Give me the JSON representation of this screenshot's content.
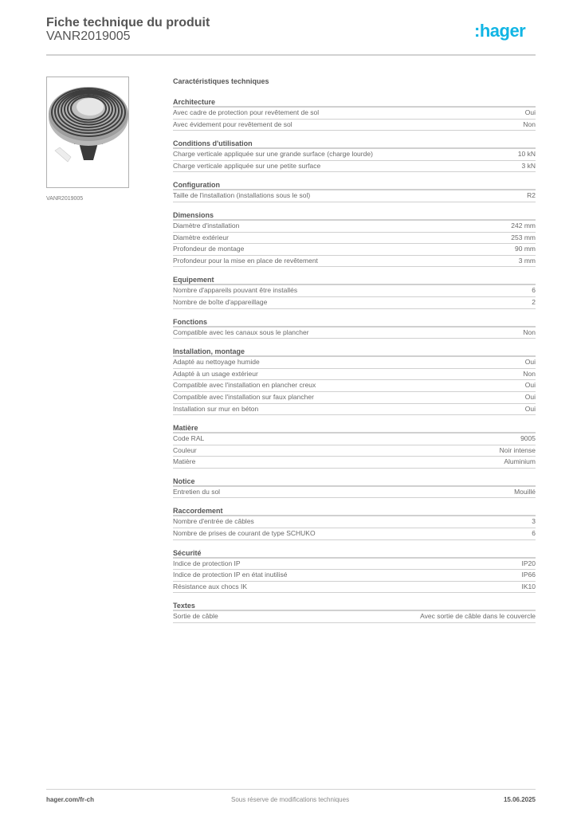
{
  "header": {
    "title": "Fiche technique du produit",
    "reference": "VANR2019005",
    "logo": ":hager",
    "brand_color": "#11b5e4"
  },
  "product": {
    "image_alt": "round floor box with concentric rings",
    "caption": "VANR2019005"
  },
  "specs": {
    "title": "Caractéristiques techniques",
    "sections": [
      {
        "title": "Architecture",
        "rows": [
          {
            "label": "Avec cadre de protection pour revêtement de sol",
            "value": "Oui"
          },
          {
            "label": "Avec évidement pour revêtement de sol",
            "value": "Non"
          }
        ]
      },
      {
        "title": "Conditions d'utilisation",
        "rows": [
          {
            "label": "Charge verticale appliquée sur une grande surface (charge lourde)",
            "value": "10 kN"
          },
          {
            "label": "Charge verticale appliquée sur une petite surface",
            "value": "3 kN"
          }
        ]
      },
      {
        "title": "Configuration",
        "rows": [
          {
            "label": "Taille de l'installation (installations sous le sol)",
            "value": "R2"
          }
        ]
      },
      {
        "title": "Dimensions",
        "rows": [
          {
            "label": "Diamètre d'installation",
            "value": "242 mm"
          },
          {
            "label": "Diamètre extérieur",
            "value": "253 mm"
          },
          {
            "label": "Profondeur de montage",
            "value": "90 mm"
          },
          {
            "label": "Profondeur pour la mise en place de revêtement",
            "value": "3 mm"
          }
        ]
      },
      {
        "title": "Equipement",
        "rows": [
          {
            "label": "Nombre d'appareils pouvant être installés",
            "value": "6"
          },
          {
            "label": "Nombre de boîte d'appareillage",
            "value": "2"
          }
        ]
      },
      {
        "title": "Fonctions",
        "rows": [
          {
            "label": "Compatible avec les canaux sous le plancher",
            "value": "Non"
          }
        ]
      },
      {
        "title": "Installation, montage",
        "rows": [
          {
            "label": "Adapté au nettoyage humide",
            "value": "Oui"
          },
          {
            "label": "Adapté à un usage extérieur",
            "value": "Non"
          },
          {
            "label": "Compatible avec l'installation en plancher creux",
            "value": "Oui"
          },
          {
            "label": "Compatible avec l'installation sur faux plancher",
            "value": "Oui"
          },
          {
            "label": "Installation sur mur en béton",
            "value": "Oui"
          }
        ]
      },
      {
        "title": "Matière",
        "rows": [
          {
            "label": "Code RAL",
            "value": "9005"
          },
          {
            "label": "Couleur",
            "value": "Noir intense"
          },
          {
            "label": "Matière",
            "value": "Aluminium"
          }
        ]
      },
      {
        "title": "Notice",
        "rows": [
          {
            "label": "Entretien du sol",
            "value": "Mouillé"
          }
        ]
      },
      {
        "title": "Raccordement",
        "rows": [
          {
            "label": "Nombre d'entrée de câbles",
            "value": "3"
          },
          {
            "label": "Nombre de prises de courant de type SCHUKO",
            "value": "6"
          }
        ]
      },
      {
        "title": "Sécurité",
        "rows": [
          {
            "label": "Indice de protection IP",
            "value": "IP20"
          },
          {
            "label": "Indice de protection IP en état inutilisé",
            "value": "IP66"
          },
          {
            "label": "Résistance aux chocs IK",
            "value": "IK10"
          }
        ]
      },
      {
        "title": "Textes",
        "rows": [
          {
            "label": "Sortie de câble",
            "value": "Avec sortie de câble dans le couvercle"
          }
        ]
      }
    ]
  },
  "footer": {
    "website": "hager.com/fr-ch",
    "disclaimer": "Sous réserve de modifications techniques",
    "date": "15.06.2025"
  }
}
